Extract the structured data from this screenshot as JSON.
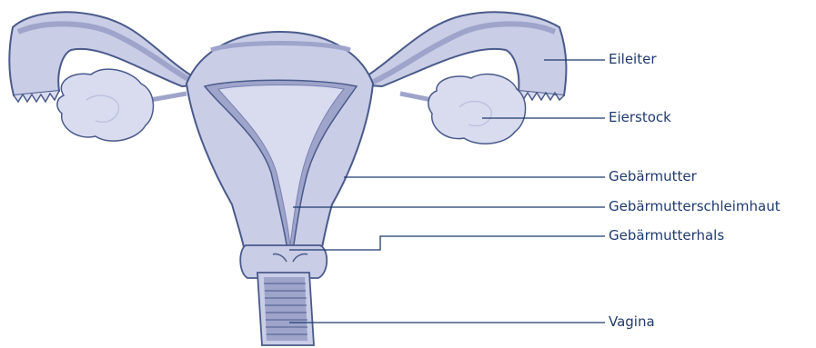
{
  "labels": {
    "eileiter": "Eileiter",
    "eierstock": "Eierstock",
    "gebaermutter": "Gebärmutter",
    "schleimhaut": "Gebärmutterschleimhaut",
    "hals": "Gebärmutterhals",
    "vagina": "Vagina"
  },
  "colors": {
    "organ_fill": "#c9cde6",
    "organ_light": "#d9dcef",
    "organ_dark": "#9ea4ca",
    "outline": "#4a5a8a",
    "leader_line": "#1f3a6e",
    "label_text": "#1f3a6e"
  }
}
